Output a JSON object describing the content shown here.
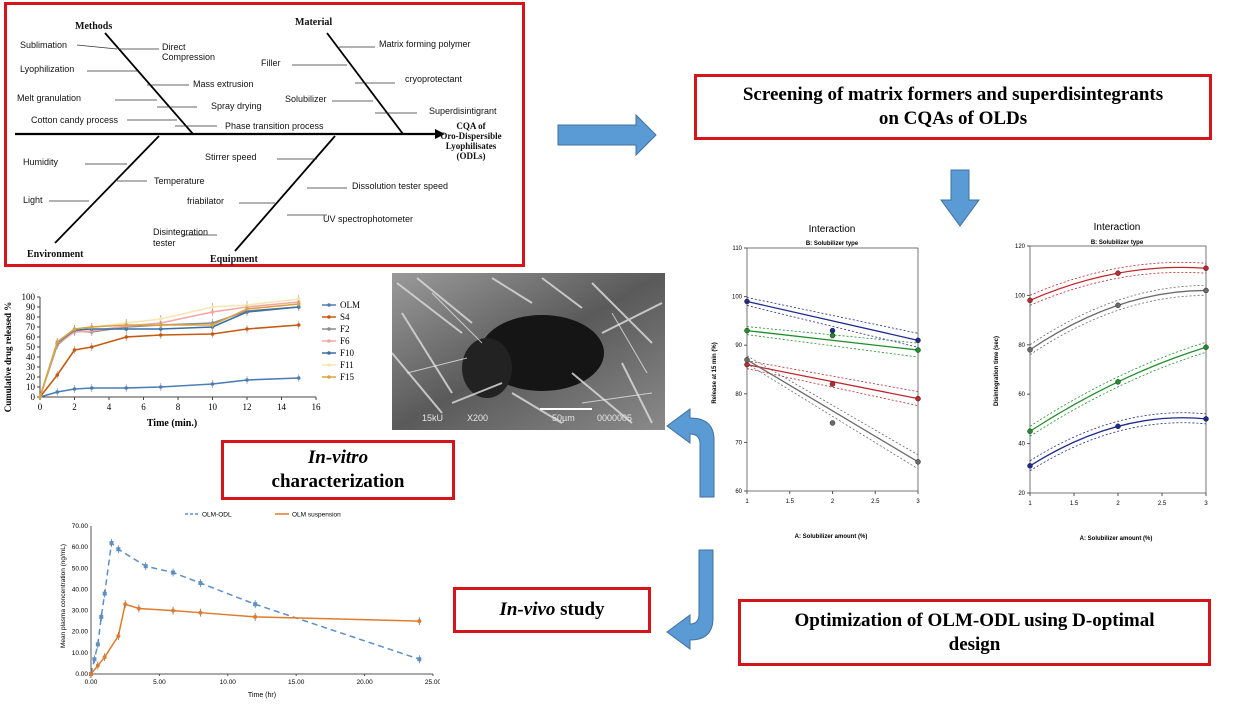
{
  "fishbone": {
    "heads": {
      "methods": "Methods",
      "material": "Material",
      "environment": "Environment",
      "equipment": "Equipment"
    },
    "cqa": [
      "CQA of",
      "Oro-Dispersible",
      "Lyophilisates",
      "(ODLs)"
    ],
    "causes": {
      "sublimation": "Sublimation",
      "direct_compression_1": "Direct",
      "direct_compression_2": "Compression",
      "lyophilization": "Lyophilization",
      "mass_extrusion": "Mass extrusion",
      "melt_granulation": "Melt granulation",
      "spray_drying": "Spray drying",
      "cotton_candy": "Cotton candy process",
      "phase_transition": "Phase transition process",
      "matrix_polymer": "Matrix forming polymer",
      "filler": "Filler",
      "cryoprotectant": "cryoprotectant",
      "solubilizer": "Solubilizer",
      "superdisintigrant": "Superdisintigrant",
      "humidity": "Humidity",
      "temperature": "Temperature",
      "light": "Light",
      "stirrer_speed": "Stirrer speed",
      "dissolution_speed": "Dissolution tester speed",
      "friabilator": "friabilator",
      "uv": "UV spectrophotometer",
      "disintegration_1": "Disintegration",
      "disintegration_2": "tester"
    }
  },
  "boxes": {
    "screening": [
      "Screening of matrix formers and superdisintegrants",
      "on CQAs of OLDs"
    ],
    "invitro_italic": "In-vitro",
    "invitro_rest": "characterization",
    "invivo_italic": "In-vivo",
    "invivo_rest": " study",
    "optimization": [
      "Optimization of OLM-ODL using D-optimal",
      "design"
    ]
  },
  "sem": {
    "labels": [
      "15kU",
      "X200",
      "50µm",
      "0000005"
    ]
  },
  "colors": {
    "accent_red": "#d4161b",
    "arrow_blue": "#5b9bd5"
  },
  "chart_data": [
    {
      "type": "line",
      "title": "",
      "xlabel": "Time (min.)",
      "ylabel": "Cumulative drug released %",
      "xlim": [
        0,
        16
      ],
      "ylim": [
        0,
        100
      ],
      "xticks": [
        "0",
        "2",
        "4",
        "6",
        "8",
        "10",
        "12",
        "14",
        "16"
      ],
      "yticks": [
        "0",
        "10",
        "20",
        "30",
        "40",
        "50",
        "60",
        "70",
        "80",
        "90",
        "100"
      ],
      "x": [
        0,
        1,
        2,
        3,
        5,
        7,
        10,
        12,
        15
      ],
      "series": [
        {
          "name": "OLM",
          "color": "#4a7eb5",
          "values": [
            0,
            5,
            8,
            9,
            9,
            10,
            13,
            17,
            19
          ]
        },
        {
          "name": "S4",
          "color": "#c55a11",
          "values": [
            0,
            22,
            47,
            50,
            60,
            62,
            63,
            68,
            72
          ]
        },
        {
          "name": "F2",
          "color": "#8c8c8c",
          "values": [
            0,
            52,
            66,
            65,
            70,
            72,
            74,
            86,
            90
          ]
        },
        {
          "name": "F6",
          "color": "#f4a6a6",
          "values": [
            0,
            53,
            65,
            66,
            71,
            74,
            85,
            90,
            95
          ]
        },
        {
          "name": "F10",
          "color": "#3a6ea5",
          "values": [
            0,
            54,
            67,
            68,
            68,
            68,
            70,
            85,
            90
          ]
        },
        {
          "name": "F11",
          "color": "#f6e7b0",
          "values": [
            0,
            55,
            68,
            70,
            74,
            78,
            90,
            92,
            98
          ]
        },
        {
          "name": "F15",
          "color": "#d9a441",
          "values": [
            0,
            55,
            68,
            70,
            72,
            72,
            72,
            88,
            93
          ]
        }
      ]
    },
    {
      "type": "line",
      "title": "",
      "xlabel": "Time (hr)",
      "ylabel": "Mean plasma concentration (ng/mL)",
      "xlim": [
        0,
        25
      ],
      "ylim": [
        0,
        70
      ],
      "xticks": [
        "0.00",
        "5.00",
        "10.00",
        "15.00",
        "20.00",
        "25.00"
      ],
      "yticks": [
        "0.00",
        "10.00",
        "20.00",
        "30.00",
        "40.00",
        "50.00",
        "60.00",
        "70.00"
      ],
      "series": [
        {
          "name": "OLM-ODL",
          "color": "#5b8fc7",
          "dashed": true,
          "x": [
            0,
            0.25,
            0.5,
            0.75,
            1,
            1.5,
            2,
            4,
            6,
            8,
            12,
            24
          ],
          "values": [
            0,
            7,
            14,
            27,
            38,
            62,
            59,
            51,
            48,
            43,
            33,
            7
          ]
        },
        {
          "name": "OLM suspension",
          "color": "#e07b2c",
          "dashed": false,
          "x": [
            0,
            0.5,
            1,
            2,
            2.5,
            3.5,
            6,
            8,
            12,
            24
          ],
          "values": [
            0,
            4,
            8,
            18,
            33,
            31,
            30,
            29,
            27,
            25
          ]
        }
      ]
    },
    {
      "type": "line",
      "title": "Interaction",
      "subtitle": "B: Solubilizer type",
      "xlabel": "A: Solubilizer amount (%)",
      "ylabel": "Release at 15 min (%)",
      "xlim": [
        1,
        3
      ],
      "ylim": [
        60,
        110
      ],
      "xticks": [
        "1",
        "1.5",
        "2",
        "2.5",
        "3"
      ],
      "yticks": [
        "60",
        "70",
        "80",
        "90",
        "100",
        "110"
      ],
      "series": [
        {
          "color": "#1f2a8f",
          "values": [
            [
              1,
              99
            ],
            [
              2,
              93
            ],
            [
              3,
              91
            ]
          ]
        },
        {
          "color": "#1f8f2a",
          "values": [
            [
              1,
              93
            ],
            [
              2,
              92
            ],
            [
              3,
              89
            ]
          ]
        },
        {
          "color": "#c0262c",
          "values": [
            [
              1,
              86
            ],
            [
              2,
              82
            ],
            [
              3,
              79
            ]
          ]
        },
        {
          "color": "#6b6b6b",
          "values": [
            [
              1,
              87
            ],
            [
              2,
              74
            ],
            [
              3,
              66
            ]
          ]
        }
      ]
    },
    {
      "type": "line",
      "title": "Interaction",
      "subtitle": "B: Solubilizer type",
      "xlabel": "A: Solubilizer amount (%)",
      "ylabel": "Disintegration time (sec)",
      "xlim": [
        1,
        3
      ],
      "ylim": [
        20,
        120
      ],
      "xticks": [
        "1",
        "1.5",
        "2",
        "2.5",
        "3"
      ],
      "yticks": [
        "20",
        "40",
        "60",
        "80",
        "100",
        "120"
      ],
      "series": [
        {
          "color": "#c0262c",
          "values": [
            [
              1,
              98
            ],
            [
              2,
              109
            ],
            [
              3,
              111
            ]
          ]
        },
        {
          "color": "#6b6b6b",
          "values": [
            [
              1,
              78
            ],
            [
              2,
              96
            ],
            [
              3,
              102
            ]
          ]
        },
        {
          "color": "#1f8f2a",
          "values": [
            [
              1,
              45
            ],
            [
              2,
              65
            ],
            [
              3,
              79
            ]
          ]
        },
        {
          "color": "#1f2a8f",
          "values": [
            [
              1,
              31
            ],
            [
              2,
              47
            ],
            [
              3,
              50
            ]
          ]
        }
      ]
    }
  ]
}
